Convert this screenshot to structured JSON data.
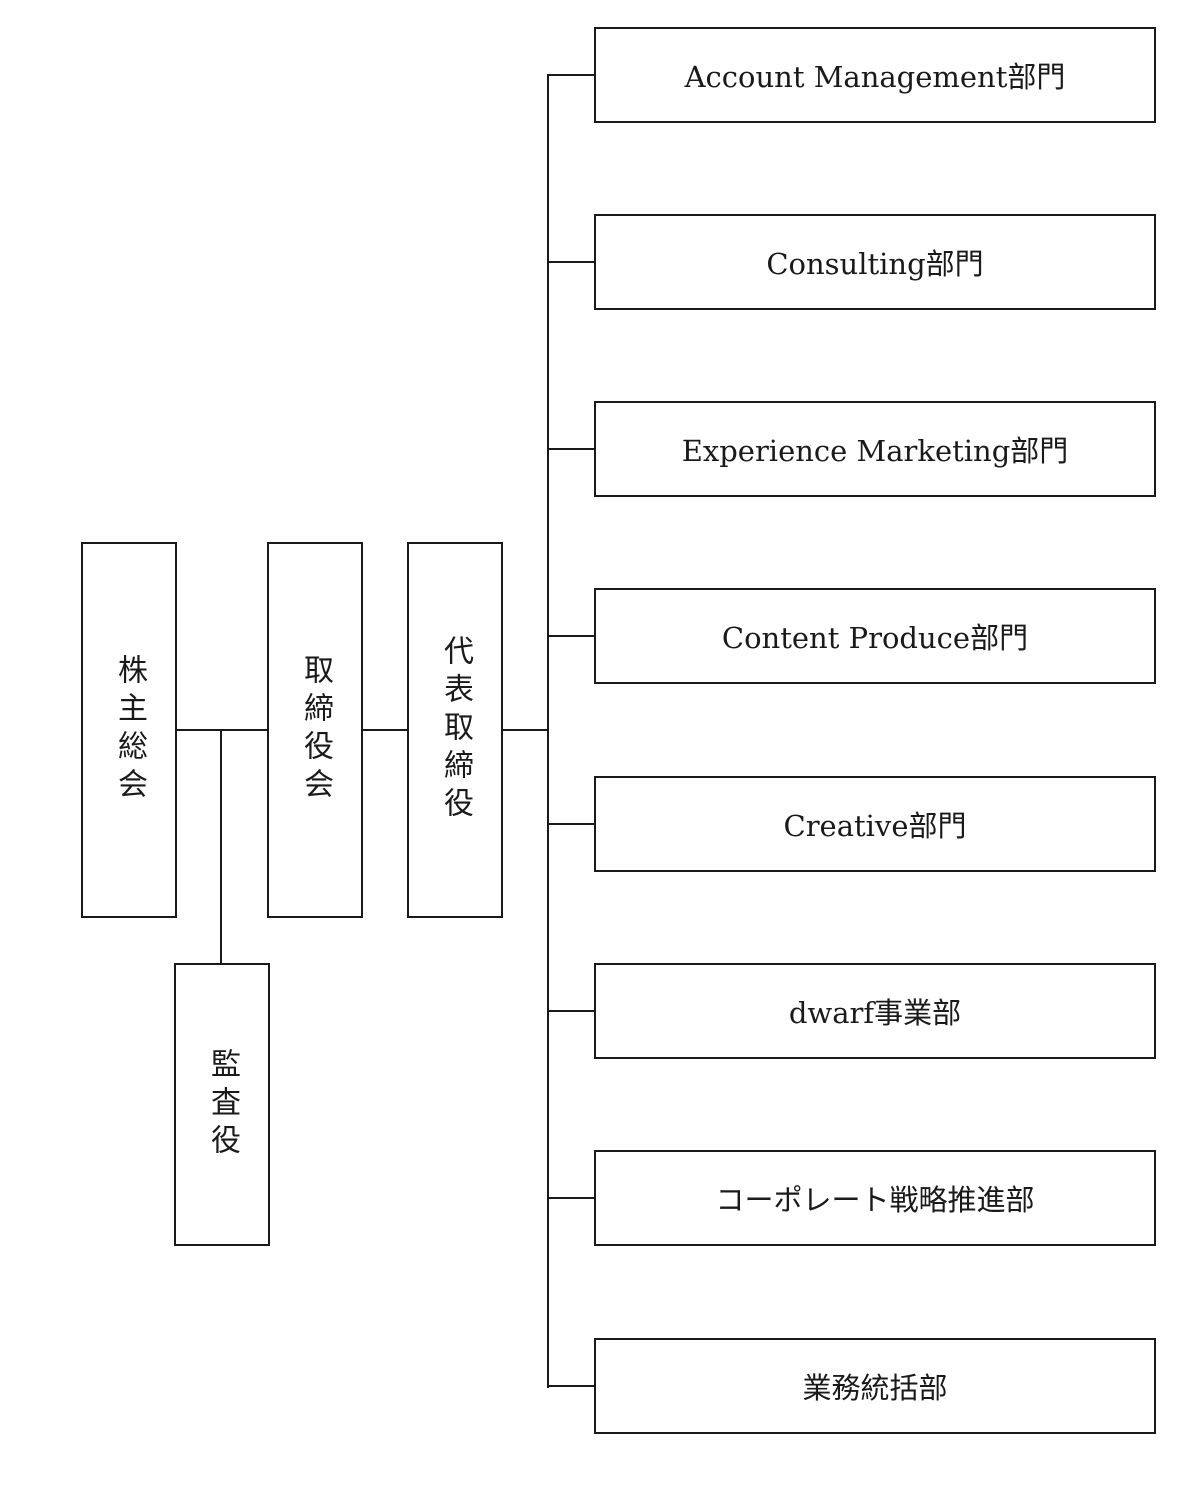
{
  "nodes": {
    "shareholders": "株主総会",
    "board": "取締役会",
    "auditor": "監査役",
    "ceo": "代表取締役"
  },
  "departments": [
    "Account Management部門",
    "Consulting部門",
    "Experience Marketing部門",
    "Content Produce部門",
    "Creative部門",
    "dwarf事業部",
    "コーポレート戦略推進部",
    "業務統括部"
  ]
}
